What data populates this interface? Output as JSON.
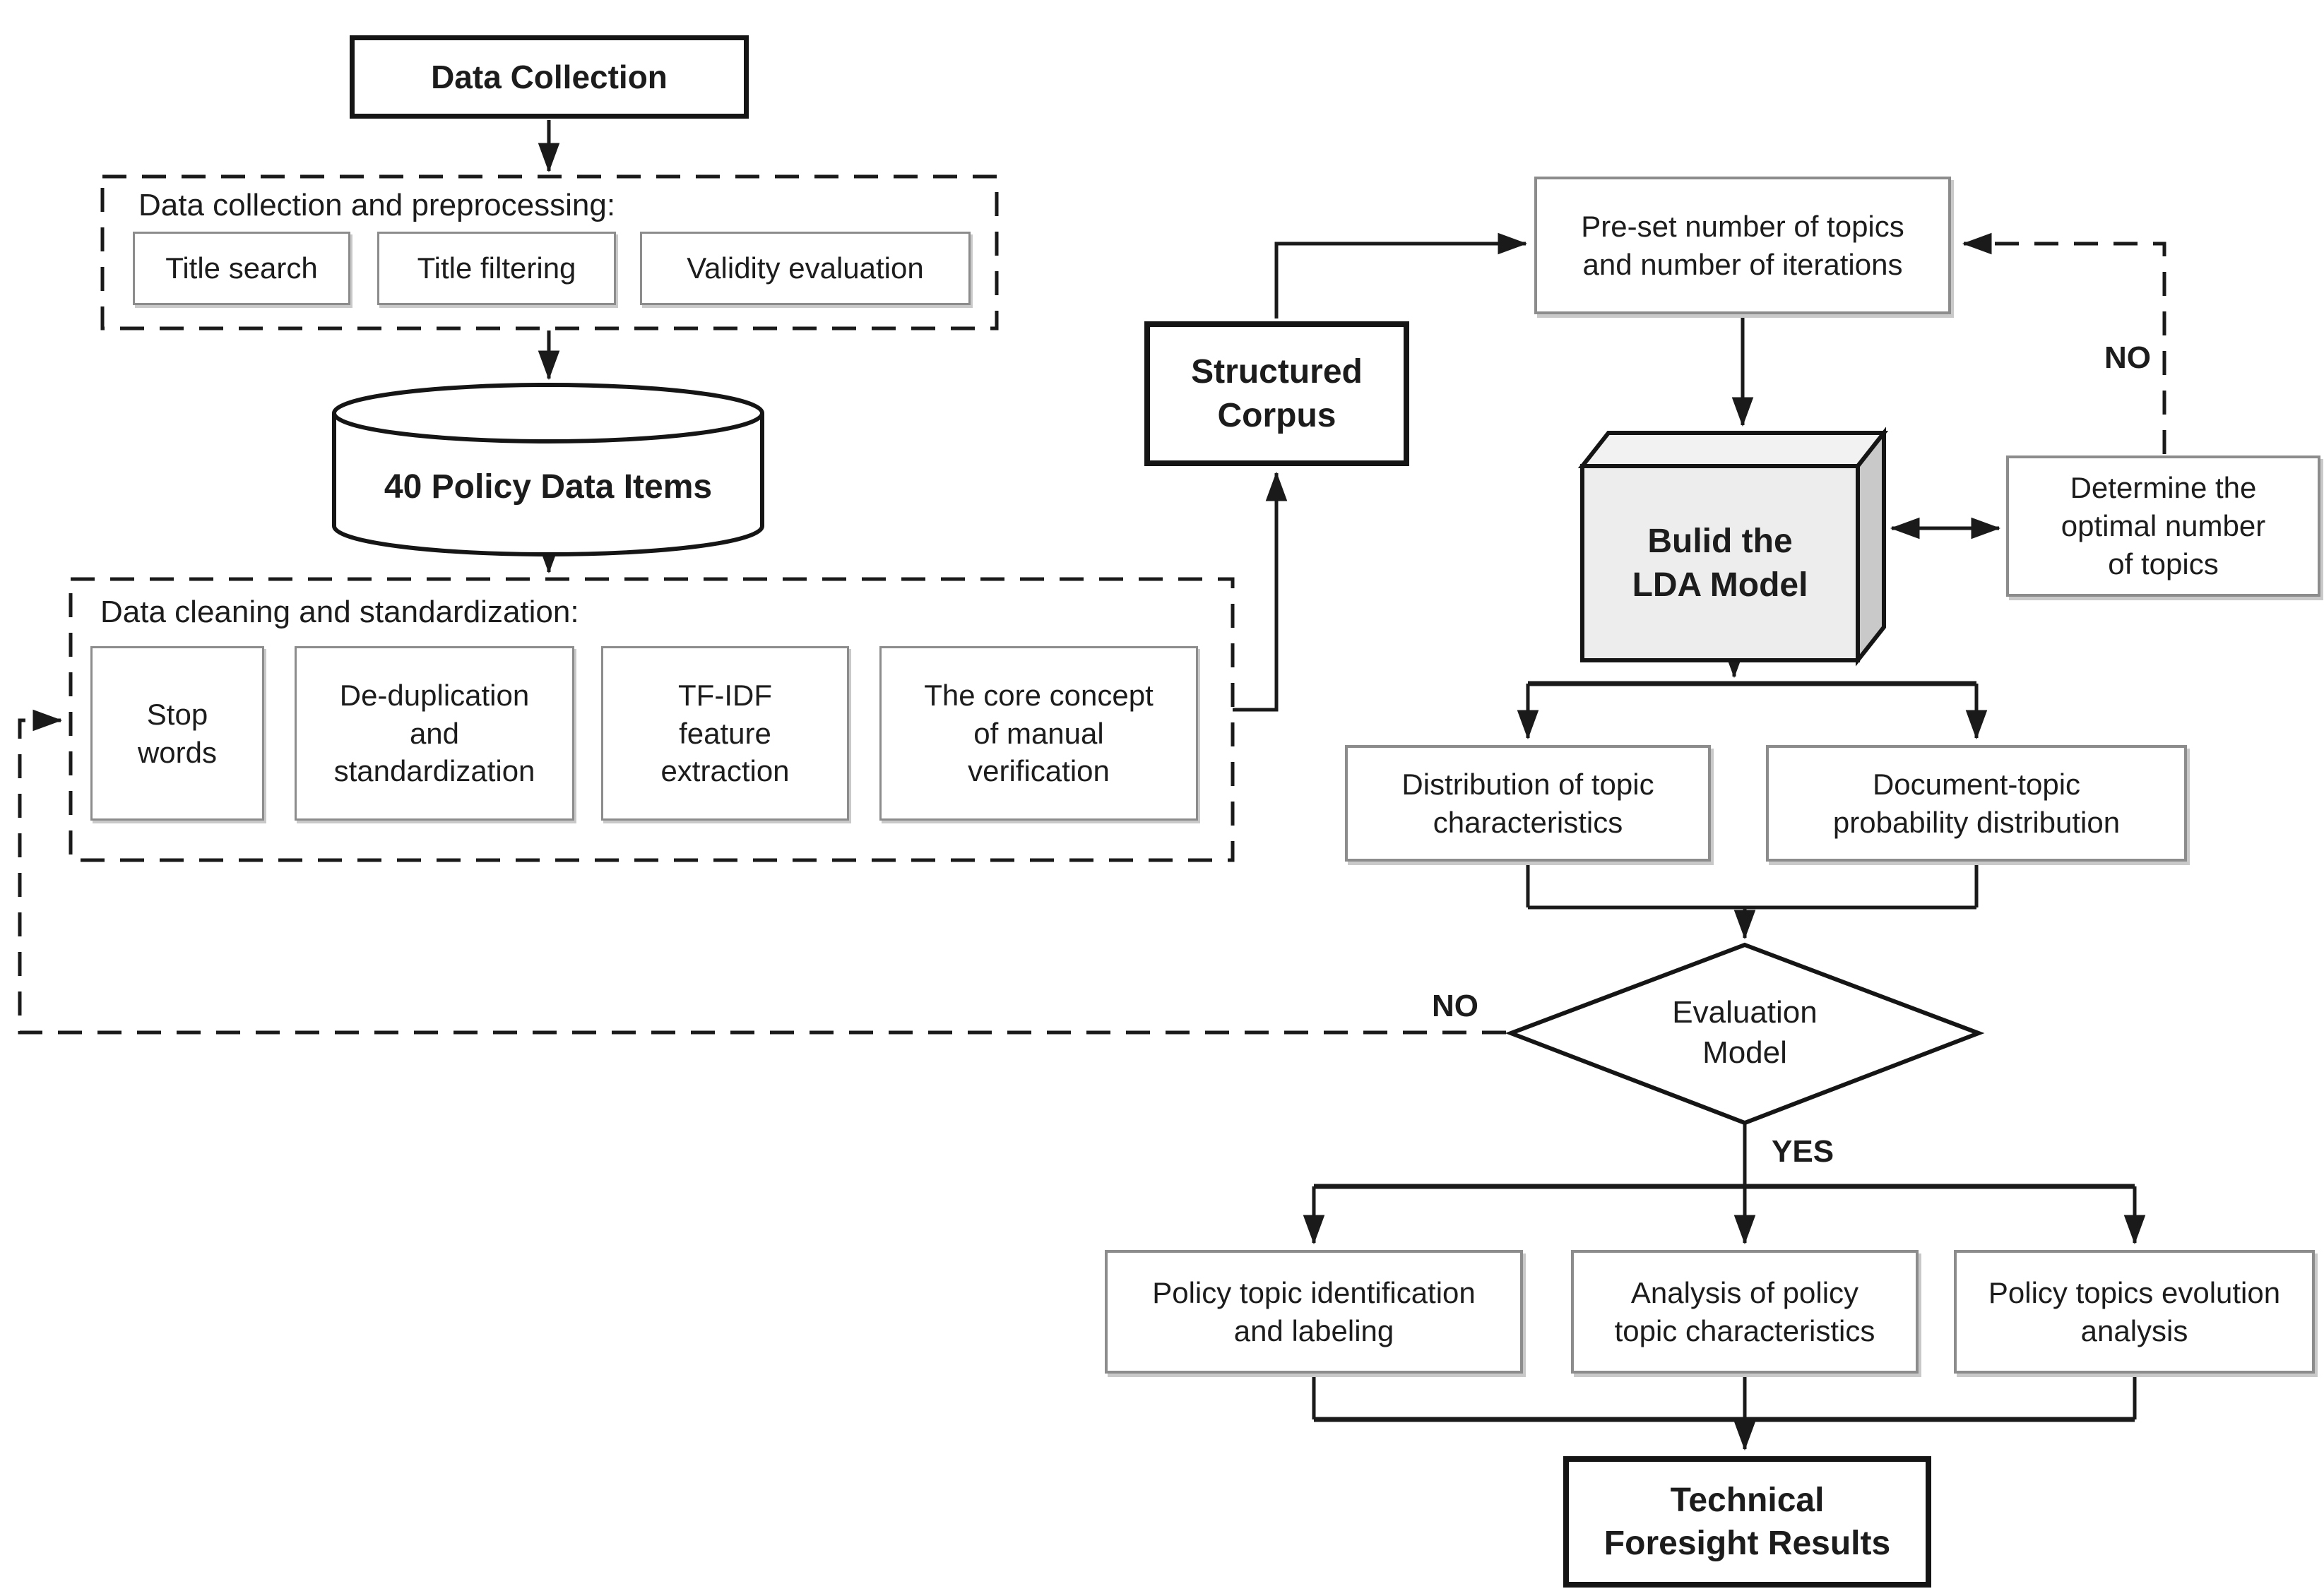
{
  "figure": {
    "type": "flowchart",
    "background": "#ffffff"
  },
  "colors": {
    "line": "#1a1a1a",
    "strong_border": "#151515",
    "panel_border": "#8c8c8c",
    "panel_shadow": "#c9c9c9",
    "lda_front": "#ededed",
    "lda_top": "#f2f2f2",
    "lda_side": "#c9c9c9",
    "text": "#1c1c1c"
  },
  "nodes": {
    "data_collection": "Data Collection",
    "preprocessing_label": "Data collection and preprocessing:",
    "title_search": "Title search",
    "title_filtering": "Title filtering",
    "validity_evaluation": "Validity evaluation",
    "policy_data_items": "40 Policy Data Items",
    "cleaning_label": "Data cleaning and standardization:",
    "stop_words": "Stop\nwords",
    "de_duplication": "De-duplication\nand\nstandardization",
    "tf_idf": "TF-IDF\nfeature\nextraction",
    "core_concept": "The core concept\nof manual\nverification",
    "structured_corpus": "Structured\nCorpus",
    "preset_topics": "Pre-set number of topics\nand number of iterations",
    "build_lda": "Bulid the\nLDA Model",
    "determine_optimal": "Determine the\noptimal number\nof topics",
    "distribution_topics": "Distribution of topic\ncharacteristics",
    "document_topic": "Document-topic\nprobability distribution",
    "evaluation_model": "Evaluation\nModel",
    "policy_topic_identification": "Policy topic identification\nand labeling",
    "analysis_policy_topics": "Analysis of policy\ntopic characteristics",
    "policy_topics_evolution": "Policy topics evolution\nanalysis",
    "technical_foresight": "Technical\nForesight Results"
  },
  "edge_labels": {
    "no_optimal_loop": "NO",
    "no_evaluation_loop": "NO",
    "yes_evaluation": "YES"
  }
}
